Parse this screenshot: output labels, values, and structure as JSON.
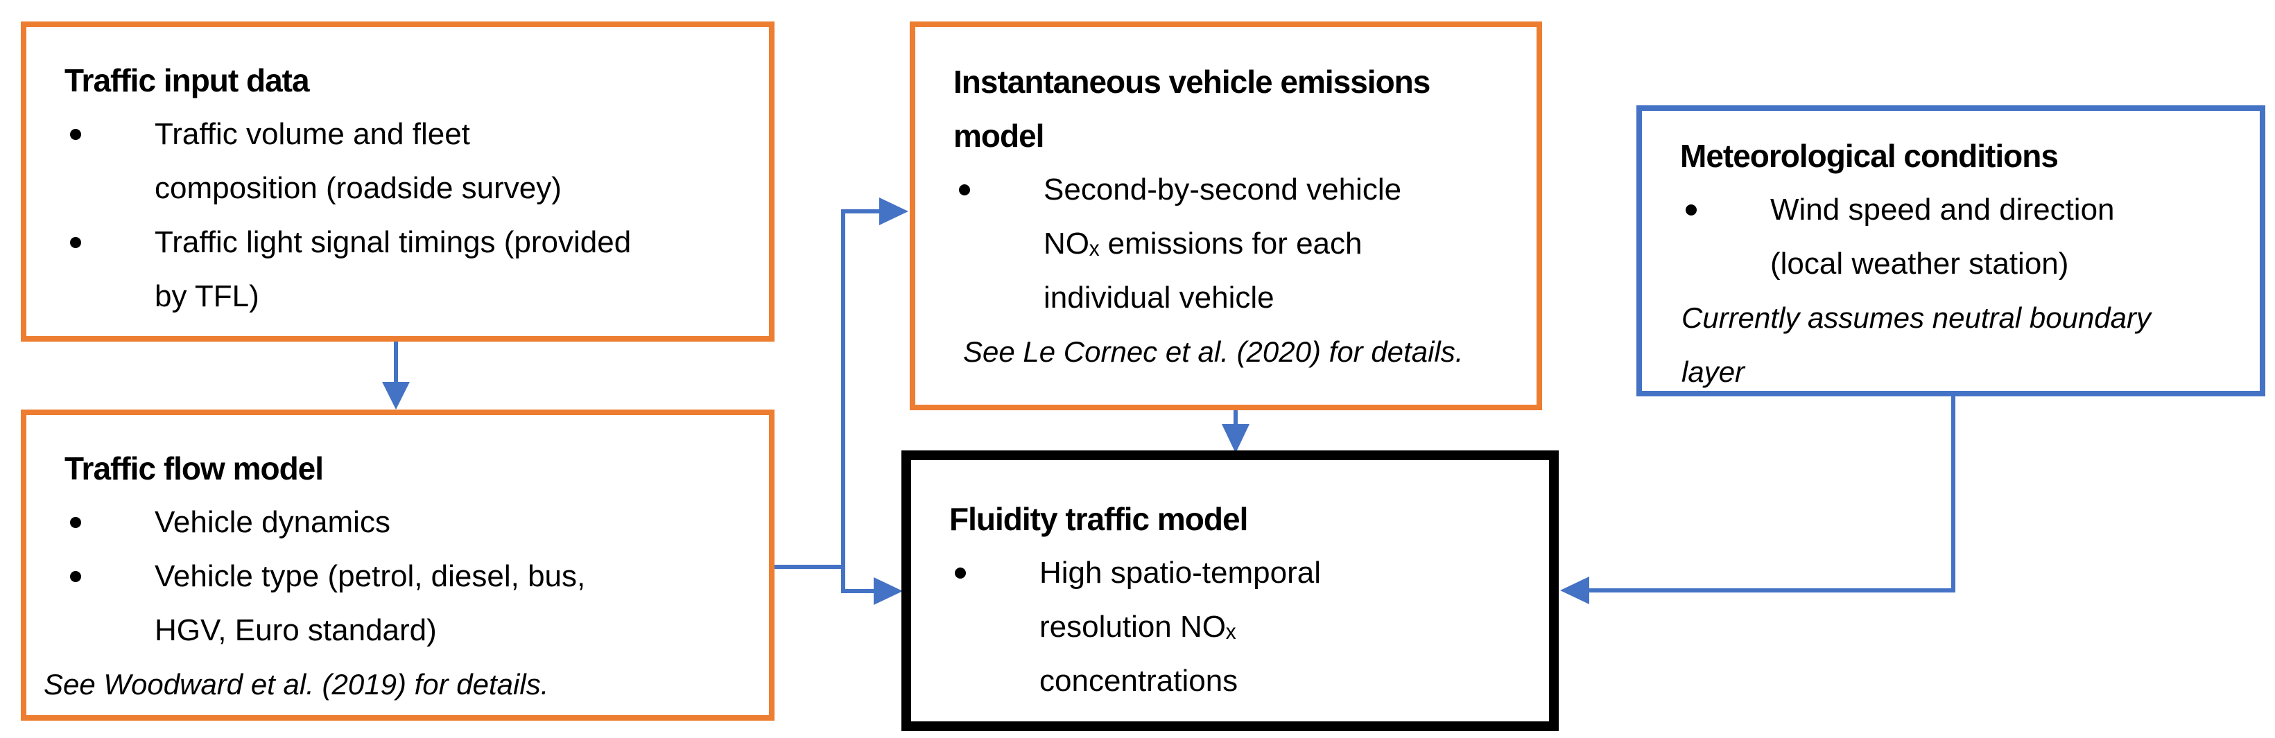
{
  "colors": {
    "orange": "#ED7D31",
    "blue": "#4472C4",
    "ink": "#000000",
    "background": "#ffffff"
  },
  "boxes": {
    "traffic_input": {
      "title": "Traffic input data",
      "bullets": [
        {
          "lines": [
            "Traffic volume and fleet",
            "composition (roadside survey)"
          ]
        },
        {
          "lines": [
            "Traffic light signal timings (provided",
            "by TFL)"
          ]
        }
      ]
    },
    "traffic_flow": {
      "title": "Traffic flow model",
      "bullets": [
        {
          "lines": [
            "Vehicle dynamics"
          ]
        },
        {
          "lines": [
            "Vehicle type (petrol, diesel, bus,",
            "HGV, Euro standard)"
          ]
        }
      ],
      "note_lines": [
        "See Woodward et al. (2019) for details."
      ]
    },
    "emissions": {
      "title_lines": [
        "Instantaneous vehicle emissions",
        "model"
      ],
      "bullets": [
        {
          "lines": [
            "Second-by-second vehicle",
            "NOₓ emissions for each",
            "individual vehicle"
          ]
        }
      ],
      "note_lines": [
        "See Le Cornec et al. (2020) for details."
      ]
    },
    "meteorological": {
      "title": "Meteorological conditions",
      "bullets": [
        {
          "lines": [
            "Wind speed and direction",
            "(local weather station)"
          ]
        }
      ],
      "note_lines": [
        "Currently assumes neutral boundary",
        "layer"
      ]
    },
    "fluidity": {
      "title": "Fluidity traffic model",
      "bullets": [
        {
          "lines": [
            "High spatio-temporal",
            "resolution NOₓ",
            "concentrations"
          ]
        }
      ]
    }
  }
}
